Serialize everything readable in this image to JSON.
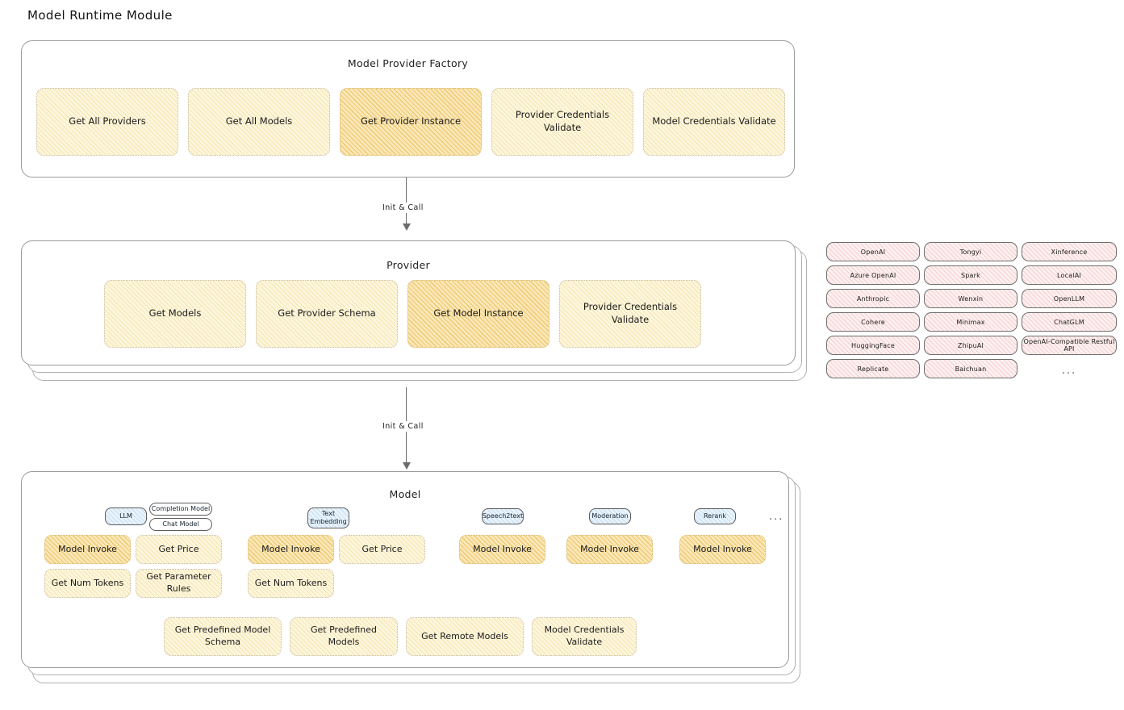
{
  "page": {
    "title": "Model Runtime Module"
  },
  "factory": {
    "title": "Model Provider Factory",
    "nodes": [
      {
        "label": "Get All Providers",
        "highlight": false
      },
      {
        "label": "Get All Models",
        "highlight": false
      },
      {
        "label": "Get Provider Instance",
        "highlight": true
      },
      {
        "label": "Provider Credentials Validate",
        "highlight": false
      },
      {
        "label": "Model Credentials Validate",
        "highlight": false
      }
    ]
  },
  "arrows": [
    {
      "label": "Init & Call"
    },
    {
      "label": "Init & Call"
    }
  ],
  "provider": {
    "title": "Provider",
    "nodes": [
      {
        "label": "Get Models",
        "highlight": false
      },
      {
        "label": "Get Provider Schema",
        "highlight": false
      },
      {
        "label": "Get Model Instance",
        "highlight": true
      },
      {
        "label": "Provider Credentials Validate",
        "highlight": false
      }
    ]
  },
  "provider_list": {
    "columns": [
      [
        "OpenAI",
        "Azure OpenAI",
        "Anthropic",
        "Cohere",
        "HuggingFace",
        "Replicate"
      ],
      [
        "Tongyi",
        "Spark",
        "Wenxin",
        "Minimax",
        "ZhipuAI",
        "Baichuan"
      ],
      [
        "Xinference",
        "LocalAI",
        "OpenLLM",
        "ChatGLM",
        "OpenAI-Compatible Restful API"
      ]
    ],
    "more": "..."
  },
  "model": {
    "title": "Model",
    "more": "...",
    "types": [
      {
        "badge": "LLM",
        "sub_badges": [
          "Completion Model",
          "Chat Model"
        ],
        "methods": [
          {
            "label": "Model Invoke",
            "highlight": true
          },
          {
            "label": "Get Price",
            "highlight": false
          },
          {
            "label": "Get Num Tokens",
            "highlight": false
          },
          {
            "label": "Get Parameter Rules",
            "highlight": false
          }
        ]
      },
      {
        "badge": "Text Embedding",
        "sub_badges": [],
        "methods": [
          {
            "label": "Model Invoke",
            "highlight": true
          },
          {
            "label": "Get Price",
            "highlight": false
          },
          {
            "label": "Get Num Tokens",
            "highlight": false
          }
        ]
      },
      {
        "badge": "Speech2text",
        "sub_badges": [],
        "methods": [
          {
            "label": "Model Invoke",
            "highlight": true
          }
        ]
      },
      {
        "badge": "Moderation",
        "sub_badges": [],
        "methods": [
          {
            "label": "Model Invoke",
            "highlight": true
          }
        ]
      },
      {
        "badge": "Rerank",
        "sub_badges": [],
        "methods": [
          {
            "label": "Model Invoke",
            "highlight": true
          }
        ]
      }
    ],
    "shared_methods": [
      {
        "label": "Get Predefined Model Schema"
      },
      {
        "label": "Get Predefined Models"
      },
      {
        "label": "Get Remote Models"
      },
      {
        "label": "Model Credentials Validate"
      }
    ]
  },
  "colors": {
    "node_fill": "#fdf6dd",
    "node_highlight_fill": "#fae7b7",
    "provider_pill_fill": "#fdf0f0",
    "badge_fill": "#e9f3fb",
    "outline": "#9a9a9a"
  }
}
